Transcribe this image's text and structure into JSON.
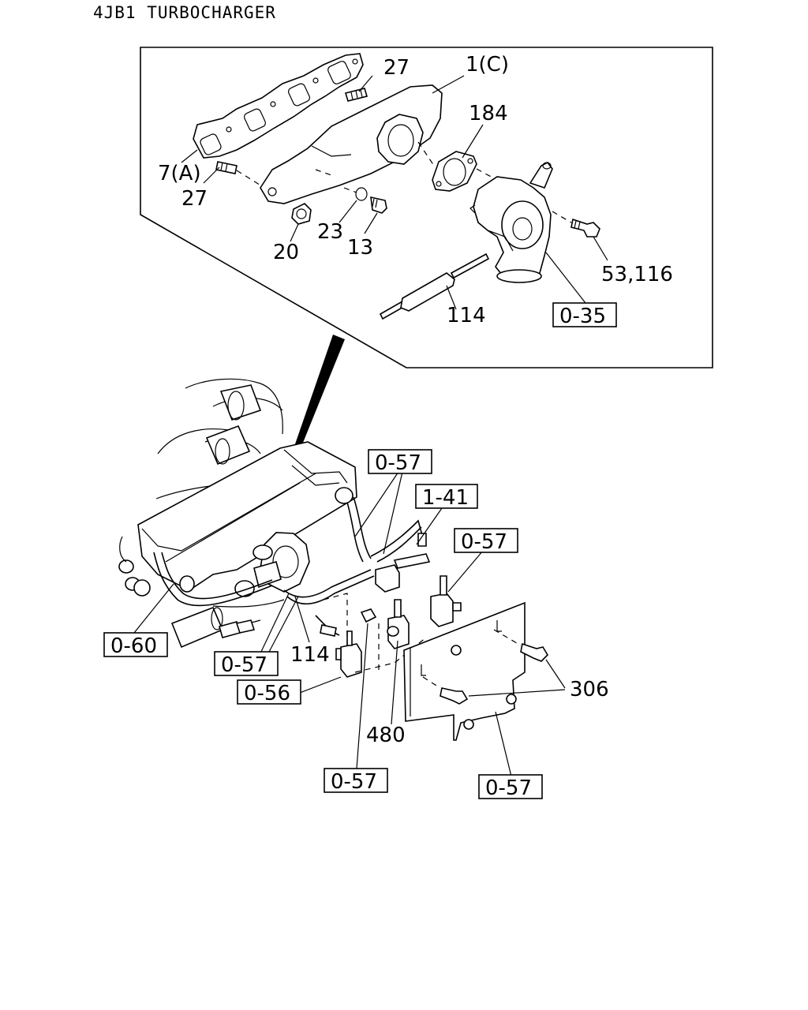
{
  "page_title": "4JB1 TURBOCHARGER",
  "callouts": {
    "c27_top": "27",
    "c1c": "1(C)",
    "c184": "184",
    "c7a": "7(A)",
    "c27_left": "27",
    "c23": "23",
    "c13": "13",
    "c20": "20",
    "c53_116": "53,116",
    "c114_top": "114",
    "c114_bottom": "114",
    "c306": "306",
    "c480": "480"
  },
  "ref_boxes": {
    "r035": "0-35",
    "r057_a": "0-57",
    "r141": "1-41",
    "r057_b": "0-57",
    "r060": "0-60",
    "r057_c": "0-57",
    "r056": "0-56",
    "r057_d": "0-57",
    "r057_e": "0-57"
  }
}
